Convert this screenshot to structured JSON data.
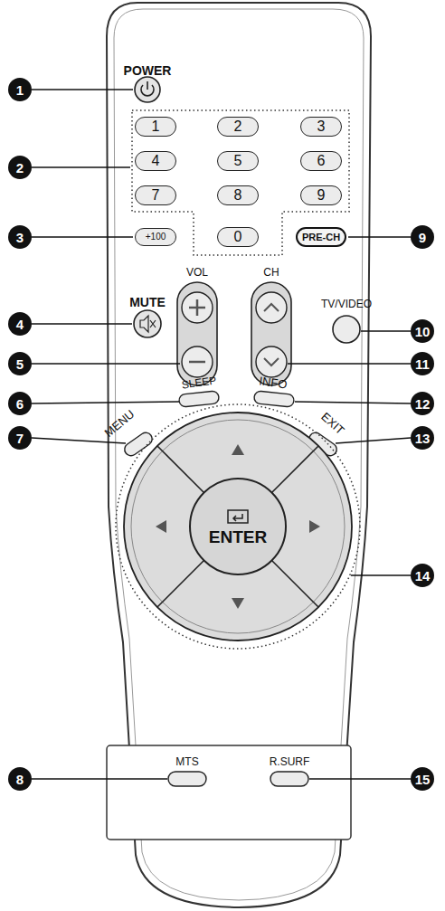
{
  "diagram": {
    "nodes": [
      {
        "text": [
          "1"
        ]
      },
      {
        "text": [
          "2"
        ]
      },
      {
        "text": [
          "3"
        ]
      },
      {
        "text": [
          "4"
        ]
      },
      {
        "text": [
          "5"
        ]
      },
      {
        "text": [
          "6"
        ]
      },
      {
        "text": [
          "7"
        ]
      },
      {
        "text": [
          "8"
        ]
      },
      {
        "text": [
          "9"
        ]
      },
      {
        "text": [
          "+100"
        ]
      },
      {
        "text": [
          "0"
        ]
      },
      {
        "text": [
          "PRE-CH"
        ]
      },
      {
        "text": [
          "ENTER"
        ]
      }
    ],
    "labels": [
      "POWER",
      "MUTE",
      "VOL",
      "CH",
      "TV/VIDEO",
      "SLEEP",
      "INFO",
      "MENU",
      "EXIT",
      "MTS",
      "R.SURF",
      "1",
      "2",
      "3",
      "4",
      "5",
      "6",
      "7",
      "8",
      "9",
      "10",
      "11",
      "12",
      "13",
      "14",
      "15"
    ]
  }
}
